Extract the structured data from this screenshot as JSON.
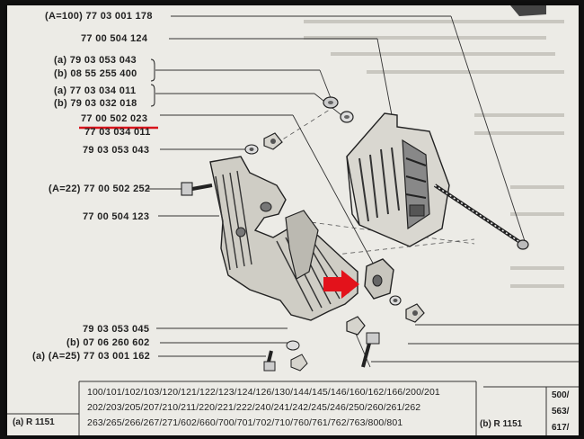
{
  "parts": [
    {
      "id": "p1",
      "prefix": "(A=100)",
      "code": "77 03 001 178"
    },
    {
      "id": "p2",
      "prefix": "",
      "code": "77 00 504 124"
    },
    {
      "id": "p3",
      "prefix": "(a)",
      "code": "79 03 053 043"
    },
    {
      "id": "p4",
      "prefix": "(b)",
      "code": "08 55 255 400"
    },
    {
      "id": "p5",
      "prefix": "(a)",
      "code": "77 03 034 011"
    },
    {
      "id": "p6",
      "prefix": "(b)",
      "code": "79 03 032 018"
    },
    {
      "id": "p7",
      "prefix": "",
      "code": "77 00 502 023"
    },
    {
      "id": "p8",
      "prefix": "",
      "code": "77 03 034 011"
    },
    {
      "id": "p9",
      "prefix": "",
      "code": "79 03 053 043"
    },
    {
      "id": "p10",
      "prefix": "(A=22)",
      "code": "77 00 502 252"
    },
    {
      "id": "p11",
      "prefix": "",
      "code": "77 00 504 123"
    },
    {
      "id": "p12",
      "prefix": "",
      "code": "79 03 053 045"
    },
    {
      "id": "p13",
      "prefix": "(b)",
      "code": "07 06 260 602"
    },
    {
      "id": "p14",
      "prefix": "(a) (A=25)",
      "code": "77 03 001 162"
    }
  ],
  "models": {
    "row1": "100/101/102/103/120/121/122/123/124/126/130/144/145/146/160/162/166/200/201",
    "row2": "202/203/205/207/210/211/220/221/222/240/241/242/245/246/250/260/261/262",
    "row3": "263/265/266/267/271/602/660/700/701/702/710/760/761/762/763/800/801"
  },
  "footer": {
    "left": "(a) R 1151",
    "right": "(b) R 1151",
    "right_codes": [
      "500/",
      "563/",
      "617/"
    ]
  },
  "colors": {
    "highlight_underline": "#d8141c",
    "arrow": "#e3121b",
    "paper": "#ecebe6",
    "ink": "#222222"
  }
}
